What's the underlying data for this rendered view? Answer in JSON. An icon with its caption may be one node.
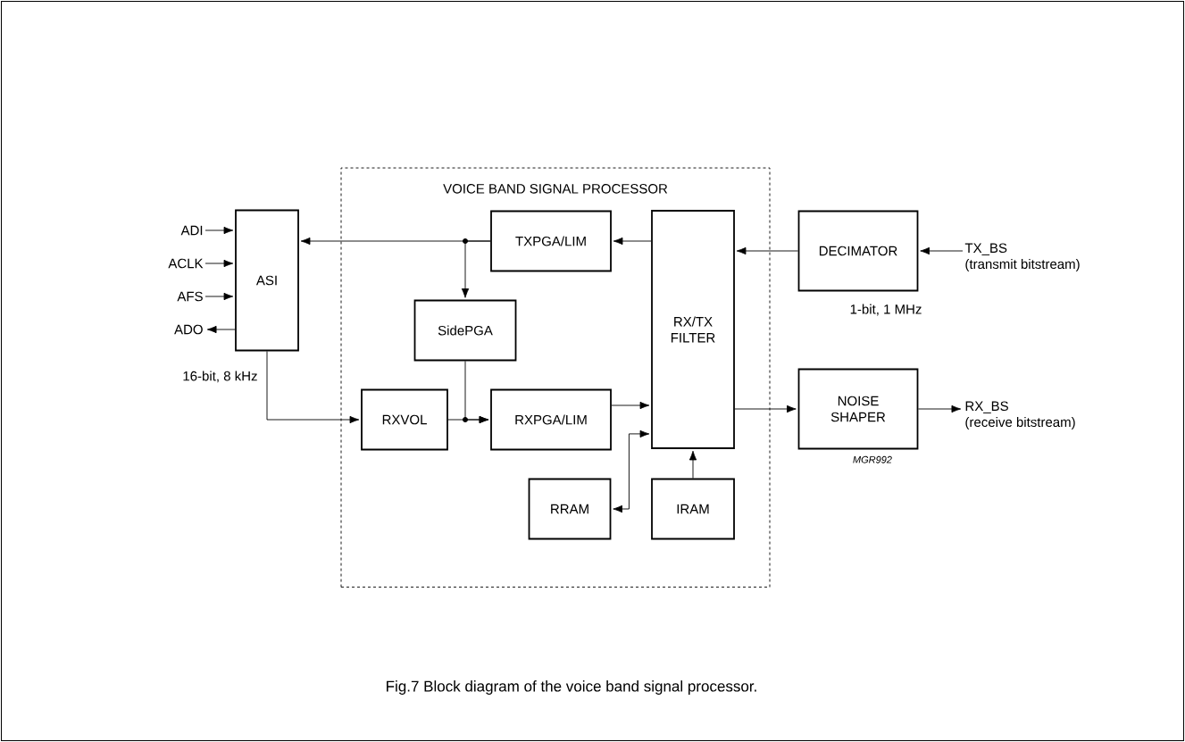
{
  "diagram": {
    "caption": "Fig.7  Block diagram of the voice band signal processor.",
    "nodes": [
      {
        "text": [
          "VOICE BAND SIGNAL PROCESSOR"
        ]
      },
      {
        "text": [
          "ASI"
        ]
      },
      {
        "text": [
          "TXPGA/LIM"
        ],
        "in": 0
      },
      {
        "text": [
          "SidePGA"
        ],
        "in": 0
      },
      {
        "text": [
          "RXVOL"
        ],
        "in": 0
      },
      {
        "text": [
          "RXPGA/LIM"
        ],
        "in": 0
      },
      {
        "text": [
          "RX/TX FILTER"
        ],
        "in": 0
      },
      {
        "text": [
          "RRAM"
        ],
        "in": 0
      },
      {
        "text": [
          "IRAM"
        ],
        "in": 0
      },
      {
        "text": [
          "DECIMATOR"
        ]
      },
      {
        "text": [
          "NOISE SHAPER"
        ],
        "beside": [
          "MGR992"
        ]
      },
      {
        "text": [
          "ADI"
        ]
      },
      {
        "text": [
          "ACLK"
        ]
      },
      {
        "text": [
          "AFS"
        ]
      },
      {
        "text": [
          "ADO"
        ]
      },
      {
        "text": [
          "TX_BS",
          "(transmit bitstream)"
        ]
      },
      {
        "text": [
          "RX_BS",
          "(receive bitstream)"
        ]
      }
    ],
    "edges": [
      {
        "from": 11,
        "to": 1,
        "arrow": "to"
      },
      {
        "from": 12,
        "to": 1,
        "arrow": "to"
      },
      {
        "from": 13,
        "to": 1,
        "arrow": "to"
      },
      {
        "from": 1,
        "to": 14,
        "arrow": "to"
      },
      {
        "from": 2,
        "to": 1,
        "arrow": "to"
      },
      {
        "from": 2,
        "to": 3,
        "arrow": "to"
      },
      {
        "from": 1,
        "to": 4,
        "arrow": "to"
      },
      {
        "from": 4,
        "to": 5,
        "arrow": "to"
      },
      {
        "from": 3,
        "to": 5,
        "arrow": "to"
      },
      {
        "from": 5,
        "to": 6,
        "arrow": "to"
      },
      {
        "from": 6,
        "to": 2,
        "arrow": "to"
      },
      {
        "from": 9,
        "to": 6,
        "arrow": "to"
      },
      {
        "from": 6,
        "to": 10,
        "arrow": "to"
      },
      {
        "from": 7,
        "to": 6,
        "arrow": "both"
      },
      {
        "from": 8,
        "to": 6,
        "arrow": "to"
      },
      {
        "from": 15,
        "to": 9,
        "arrow": "to"
      },
      {
        "from": 10,
        "to": 16,
        "arrow": "to"
      }
    ],
    "labels": [
      "16-bit, 8 kHz",
      "1-bit, 1 MHz"
    ]
  }
}
